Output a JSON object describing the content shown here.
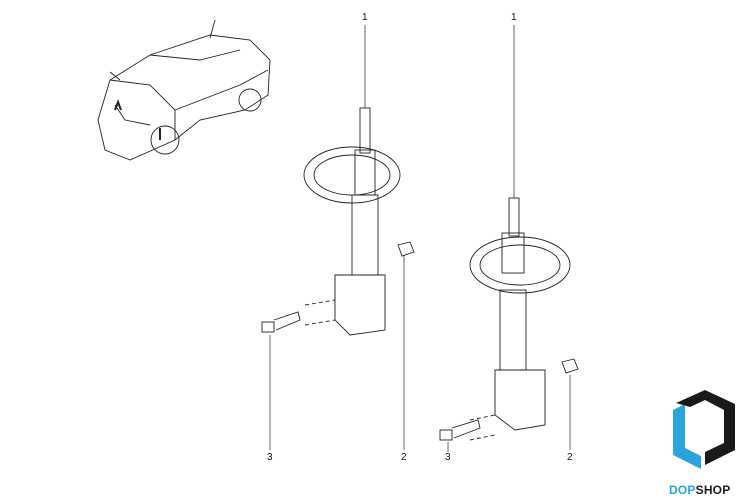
{
  "callouts": {
    "left_strut": "1",
    "right_strut": "1",
    "left_nut": "2",
    "left_bolt": "3",
    "right_nut": "2",
    "right_bolt": "3"
  },
  "logo": {
    "part1": "DOP",
    "part2": "SHOP",
    "accent": "#2aa5dc",
    "dark": "#1a1a1a"
  }
}
